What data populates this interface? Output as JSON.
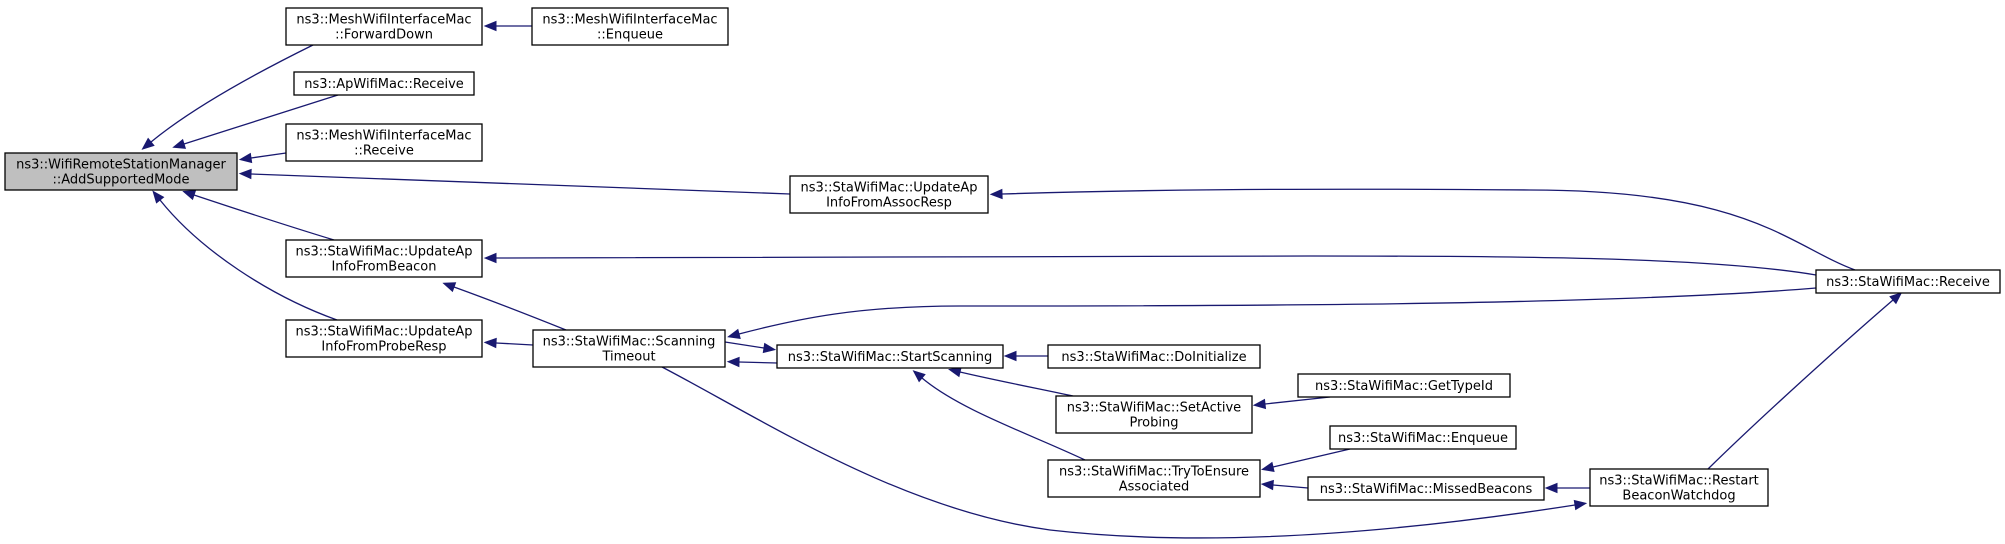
{
  "graph": {
    "nodes": [
      {
        "id": "root",
        "lines": [
          "ns3::WifiRemoteStationManager",
          "::AddSupportedMode"
        ],
        "root": true
      },
      {
        "id": "mwim_fd",
        "lines": [
          "ns3::MeshWifiInterfaceMac",
          "::ForwardDown"
        ]
      },
      {
        "id": "mwim_enq",
        "lines": [
          "ns3::MeshWifiInterfaceMac",
          "::Enqueue"
        ]
      },
      {
        "id": "ap_recv",
        "lines": [
          "ns3::ApWifiMac::Receive"
        ]
      },
      {
        "id": "mwim_recv",
        "lines": [
          "ns3::MeshWifiInterfaceMac",
          "::Receive"
        ]
      },
      {
        "id": "sta_uaar",
        "lines": [
          "ns3::StaWifiMac::UpdateAp",
          "InfoFromAssocResp"
        ]
      },
      {
        "id": "sta_uab",
        "lines": [
          "ns3::StaWifiMac::UpdateAp",
          "InfoFromBeacon"
        ]
      },
      {
        "id": "sta_recv",
        "lines": [
          "ns3::StaWifiMac::Receive"
        ]
      },
      {
        "id": "sta_uapr",
        "lines": [
          "ns3::StaWifiMac::UpdateAp",
          "InfoFromProbeResp"
        ]
      },
      {
        "id": "sta_st",
        "lines": [
          "ns3::StaWifiMac::Scanning",
          "Timeout"
        ]
      },
      {
        "id": "sta_start",
        "lines": [
          "ns3::StaWifiMac::StartScanning"
        ]
      },
      {
        "id": "sta_doinit",
        "lines": [
          "ns3::StaWifiMac::DoInitialize"
        ]
      },
      {
        "id": "sta_sap",
        "lines": [
          "ns3::StaWifiMac::SetActive",
          "Probing"
        ]
      },
      {
        "id": "sta_gti",
        "lines": [
          "ns3::StaWifiMac::GetTypeId"
        ]
      },
      {
        "id": "sta_ttea",
        "lines": [
          "ns3::StaWifiMac::TryToEnsure",
          "Associated"
        ]
      },
      {
        "id": "sta_enq",
        "lines": [
          "ns3::StaWifiMac::Enqueue"
        ]
      },
      {
        "id": "sta_mb",
        "lines": [
          "ns3::StaWifiMac::MissedBeacons"
        ]
      },
      {
        "id": "sta_rbw",
        "lines": [
          "ns3::StaWifiMac::Restart",
          "BeaconWatchdog"
        ]
      }
    ],
    "edges": [
      {
        "from": "mwim_fd",
        "to": "root"
      },
      {
        "from": "mwim_enq",
        "to": "mwim_fd"
      },
      {
        "from": "ap_recv",
        "to": "root"
      },
      {
        "from": "mwim_recv",
        "to": "root"
      },
      {
        "from": "sta_uaar",
        "to": "root"
      },
      {
        "from": "sta_recv",
        "to": "sta_uaar"
      },
      {
        "from": "sta_uab",
        "to": "root"
      },
      {
        "from": "sta_recv",
        "to": "sta_uab"
      },
      {
        "from": "sta_uapr",
        "to": "root"
      },
      {
        "from": "sta_st",
        "to": "sta_uab"
      },
      {
        "from": "sta_st",
        "to": "sta_uapr"
      },
      {
        "from": "sta_recv",
        "to": "sta_st"
      },
      {
        "from": "sta_start",
        "to": "sta_st"
      },
      {
        "from": "sta_st",
        "to": "sta_start"
      },
      {
        "from": "sta_doinit",
        "to": "sta_start"
      },
      {
        "from": "sta_sap",
        "to": "sta_start"
      },
      {
        "from": "sta_ttea",
        "to": "sta_start"
      },
      {
        "from": "sta_gti",
        "to": "sta_sap"
      },
      {
        "from": "sta_enq",
        "to": "sta_ttea"
      },
      {
        "from": "sta_mb",
        "to": "sta_ttea"
      },
      {
        "from": "sta_rbw",
        "to": "sta_mb"
      },
      {
        "from": "sta_rbw",
        "to": "sta_recv"
      },
      {
        "from": "sta_st",
        "to": "sta_rbw"
      }
    ],
    "colors": {
      "edge": "#191970",
      "root_fill": "#bfbfbf",
      "node_border": "#000000"
    }
  }
}
